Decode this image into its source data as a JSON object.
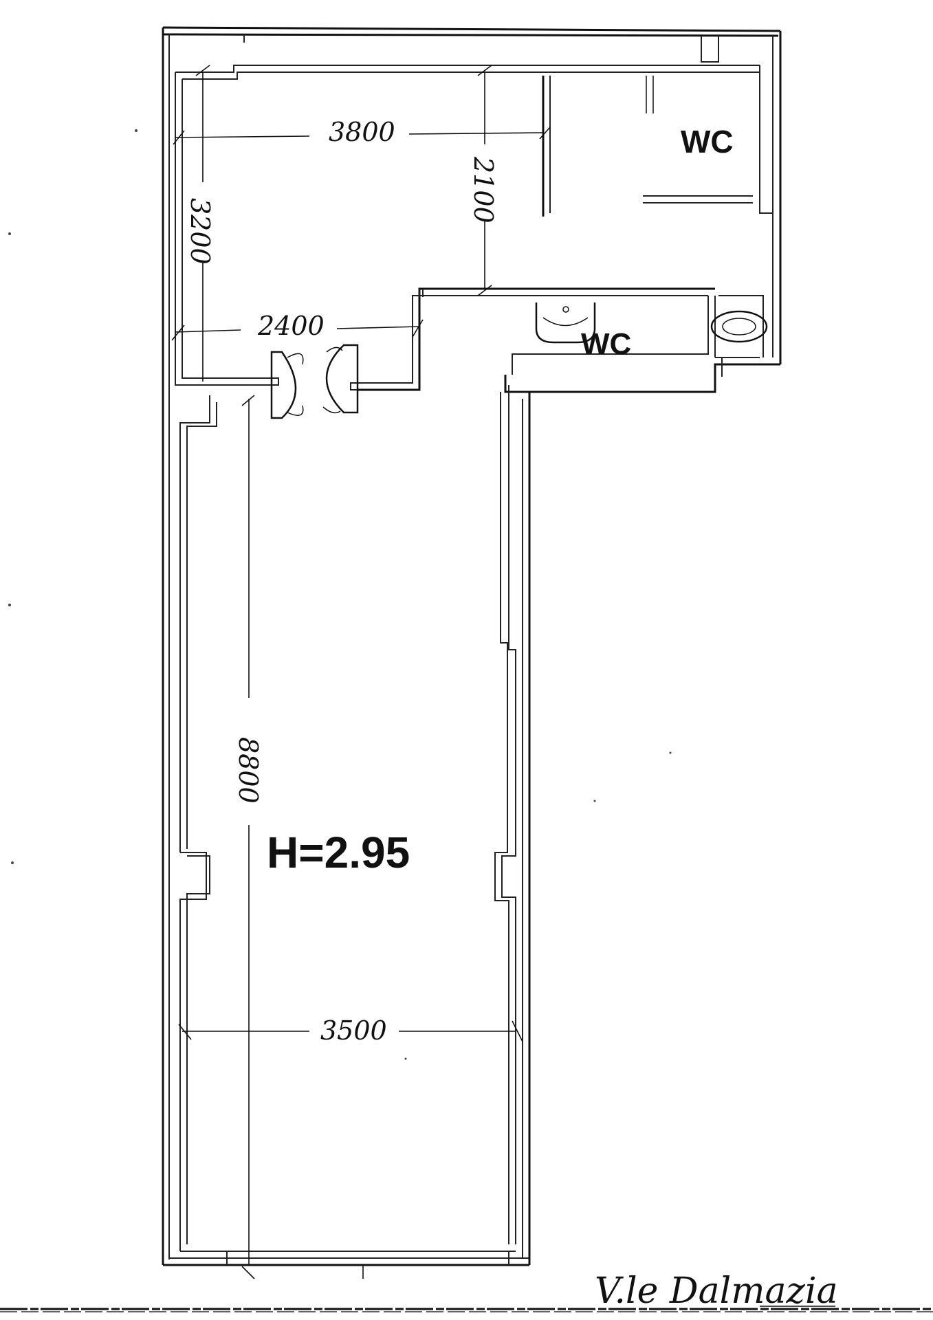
{
  "dimensions": {
    "top_width": "3800",
    "left_height": "3200",
    "corridor_height": "2100",
    "mid_width": "2400",
    "main_length": "8800",
    "main_width": "3500"
  },
  "rooms": {
    "wc_upper": "WC",
    "wc_lower": "WC"
  },
  "ceiling_height": "H=2.95",
  "street_name": "V.le Dalmazia"
}
